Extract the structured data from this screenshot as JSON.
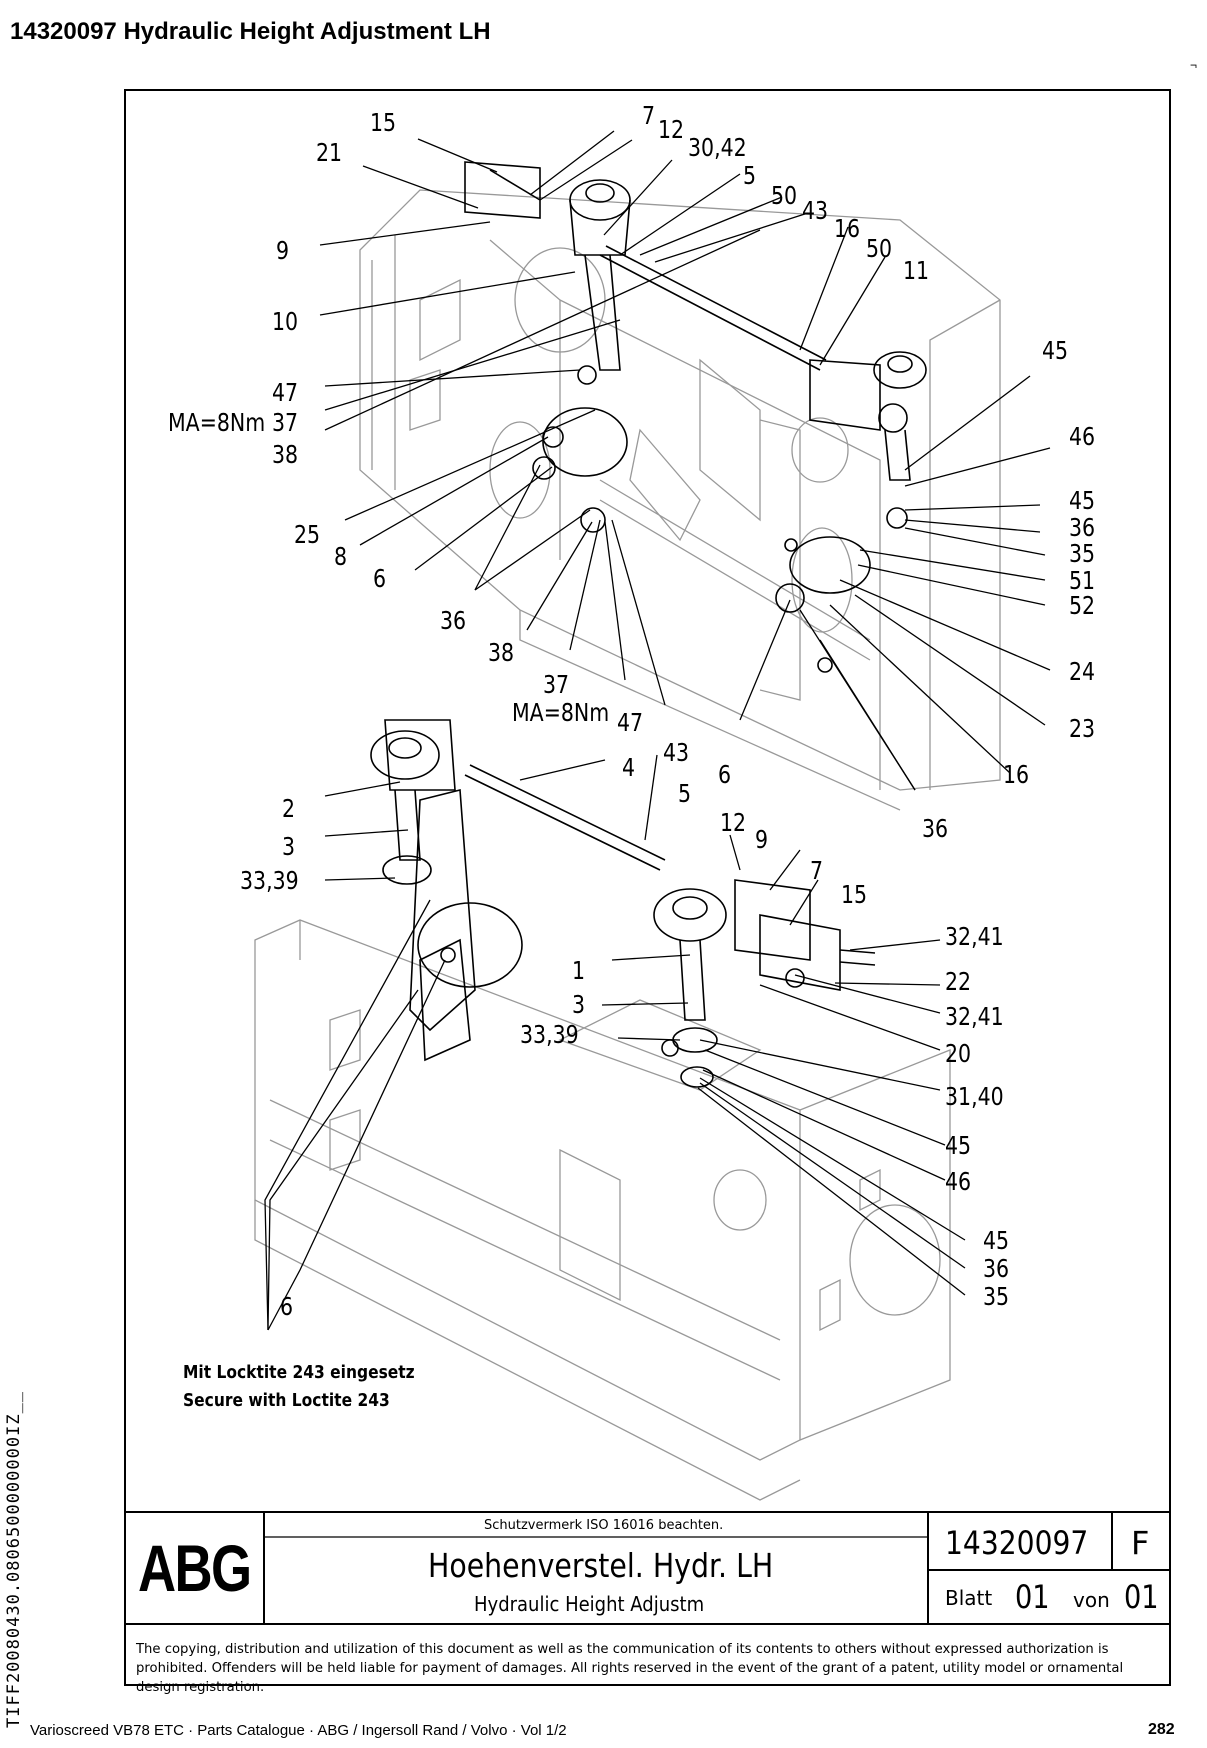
{
  "page": {
    "title": "14320097  Hydraulic Height Adjustment LH",
    "corner_mark": "¬",
    "side_code": "TIFF20080430.0806500000000IZ__",
    "footer": "Varioscreed VB78 ETC  ·  Parts Catalogue  ·  ABG / Ingersoll Rand / Volvo  ·  Vol 1/2",
    "page_number": "282"
  },
  "callouts": {
    "c15a": "15",
    "c21": "21",
    "c7a": "7",
    "c12a": "12",
    "c3042": "30,42",
    "c5a": "5",
    "c50a": "50",
    "c43a": "43",
    "c16a": "16",
    "c50b": "50",
    "c11": "11",
    "c9a": "9",
    "c10": "10",
    "c47a": "47",
    "ma1": "MA=8Nm",
    "c37a": "37",
    "c38a": "38",
    "c45a": "45",
    "c46a": "46",
    "c45b": "45",
    "c36a": "36",
    "c35a": "35",
    "c51": "51",
    "c52": "52",
    "c25": "25",
    "c8": "8",
    "c6a": "6",
    "c36b": "36",
    "c38b": "38",
    "c24": "24",
    "c37b": "37",
    "ma2": "MA=8Nm",
    "c47b": "47",
    "c23": "23",
    "c43b": "43",
    "c4": "4",
    "c6b": "6",
    "c16b": "16",
    "c5b": "5",
    "c2": "2",
    "c12b": "12",
    "c9b": "9",
    "c36c": "36",
    "c3a": "3",
    "c7b": "7",
    "c15b": "15",
    "c3339a": "33,39",
    "c3241a": "32,41",
    "c1": "1",
    "c22": "22",
    "c3b": "3",
    "c3241b": "32,41",
    "c3339b": "33,39",
    "c20": "20",
    "c3140": "31,40",
    "c45c": "45",
    "c46b": "46",
    "c45d": "45",
    "c36d": "36",
    "c35b": "35",
    "c6c": "6"
  },
  "notes": {
    "de": "Mit Locktite 243 eingesetz",
    "en": "Secure with Loctite 243"
  },
  "title_block": {
    "logo": "ABG",
    "protection_note": "Schutzvermerk ISO 16016 beachten.",
    "title_de": "Hoehenverstel. Hydr. LH",
    "title_en": "Hydraulic Height Adjustm",
    "drawing_number": "14320097",
    "revision": "F",
    "sheet_label": "Blatt",
    "sheet": "01",
    "of_label": "von",
    "of": "01"
  },
  "copyright": "The copying, distribution and utilization of this document as well as the communication of its contents to others without expressed authorization is prohibited. Offenders will be held liable for payment of damages. All rights reserved in the event of the grant of a patent, utility model or ornamental design registration."
}
